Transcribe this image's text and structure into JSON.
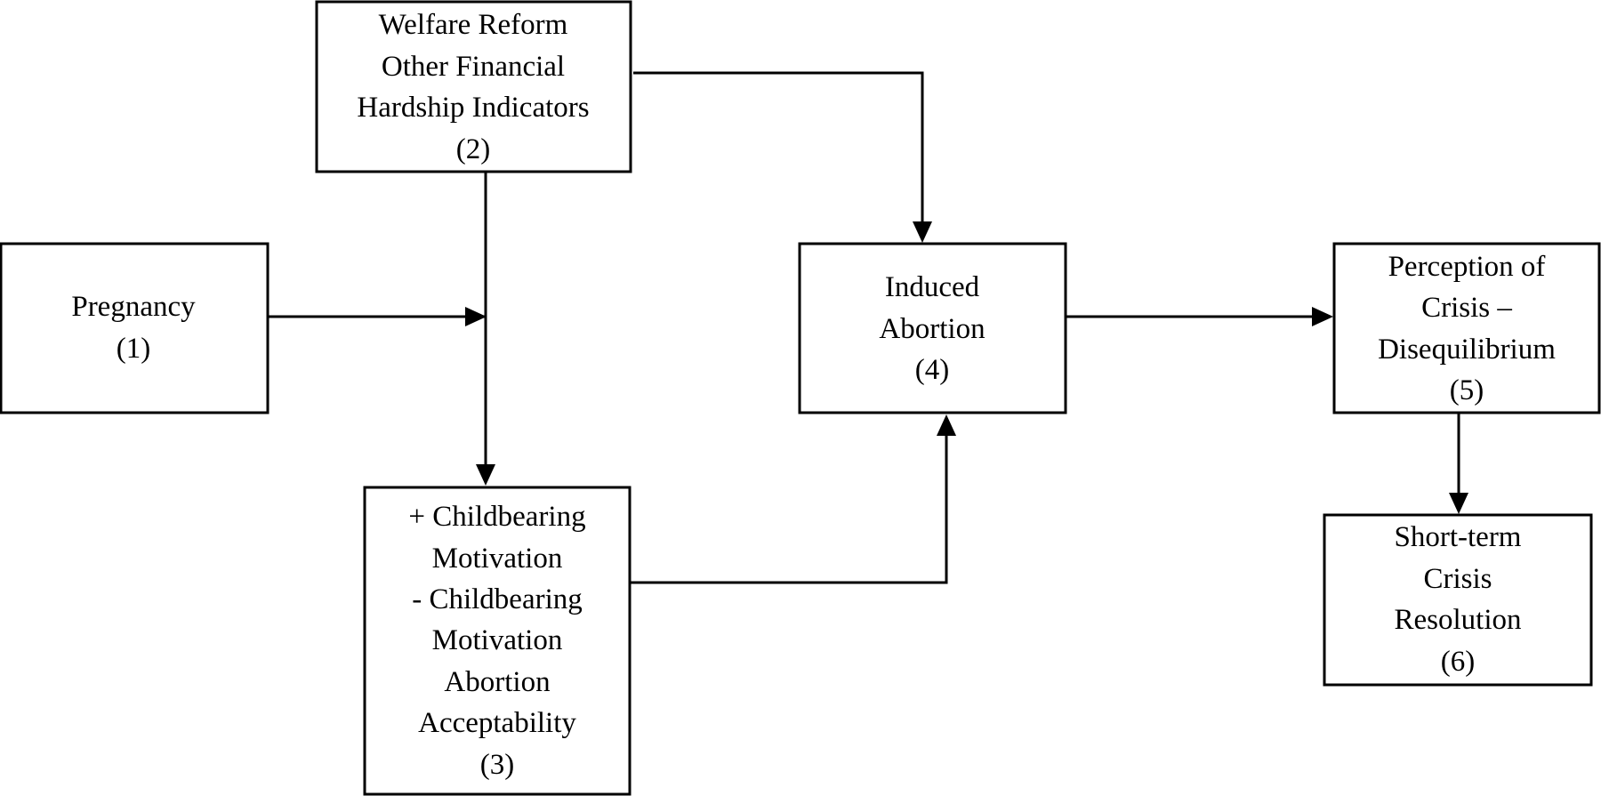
{
  "diagram": {
    "nodes": [
      {
        "id": "n1",
        "lines": [
          "Pregnancy",
          "(1)"
        ]
      },
      {
        "id": "n2",
        "lines": [
          "Welfare Reform",
          "Other Financial",
          "Hardship Indicators",
          "(2)"
        ]
      },
      {
        "id": "n3",
        "lines": [
          "+ Childbearing",
          "Motivation",
          "- Childbearing",
          "Motivation",
          "Abortion",
          "Acceptability",
          "(3)"
        ]
      },
      {
        "id": "n4",
        "lines": [
          "Induced",
          "Abortion",
          "(4)"
        ]
      },
      {
        "id": "n5",
        "lines": [
          "Perception of",
          "Crisis –",
          "Disequilibrium",
          "(5)"
        ]
      },
      {
        "id": "n6",
        "lines": [
          "Short-term",
          "Crisis",
          "Resolution",
          "(6)"
        ]
      }
    ],
    "edges": [
      {
        "from": "n1",
        "to": "n2-n3 junction"
      },
      {
        "from": "n2",
        "to": "n3"
      },
      {
        "from": "n2",
        "to": "n4"
      },
      {
        "from": "n3",
        "to": "n4"
      },
      {
        "from": "n4",
        "to": "n5"
      },
      {
        "from": "n5",
        "to": "n6"
      }
    ]
  }
}
